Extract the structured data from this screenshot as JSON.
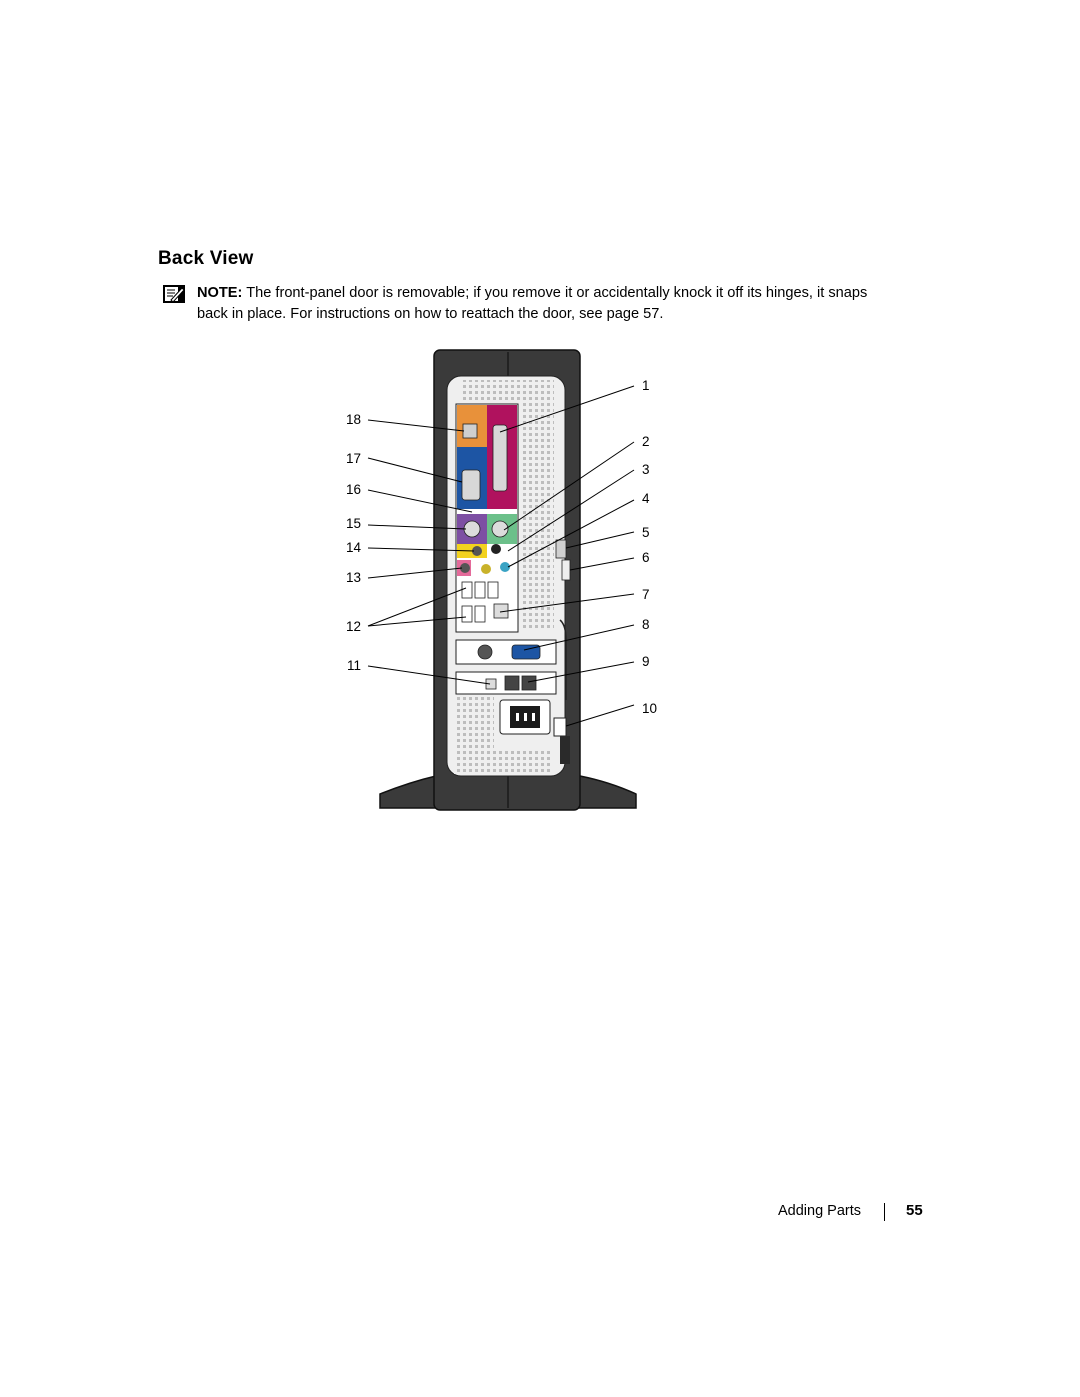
{
  "section": {
    "title": "Back View"
  },
  "note": {
    "icon": "note-pencil-icon",
    "label": "NOTE:",
    "text": " The front-panel door is removable; if you remove it or accidentally knock it off its hinges, it snaps back in place. For instructions on how to reattach the door, see page 57."
  },
  "figure": {
    "callouts_right": [
      "1",
      "2",
      "3",
      "4",
      "5",
      "6",
      "7",
      "8",
      "9",
      "10"
    ],
    "callouts_left": [
      "18",
      "17",
      "16",
      "15",
      "14",
      "13",
      "12",
      "11"
    ]
  },
  "footer": {
    "section_label": "Adding Parts",
    "page_number": "55"
  },
  "colors": {
    "case": "#3a3a3a",
    "panel": "#efefef",
    "orange": "#e8913a",
    "magenta": "#b0125e",
    "blue": "#1d55a4",
    "purple": "#7d4fa3",
    "green": "#6cc08a",
    "yellow": "#f2d21e",
    "pink": "#e46a9a",
    "teal": "#39a3c4"
  }
}
